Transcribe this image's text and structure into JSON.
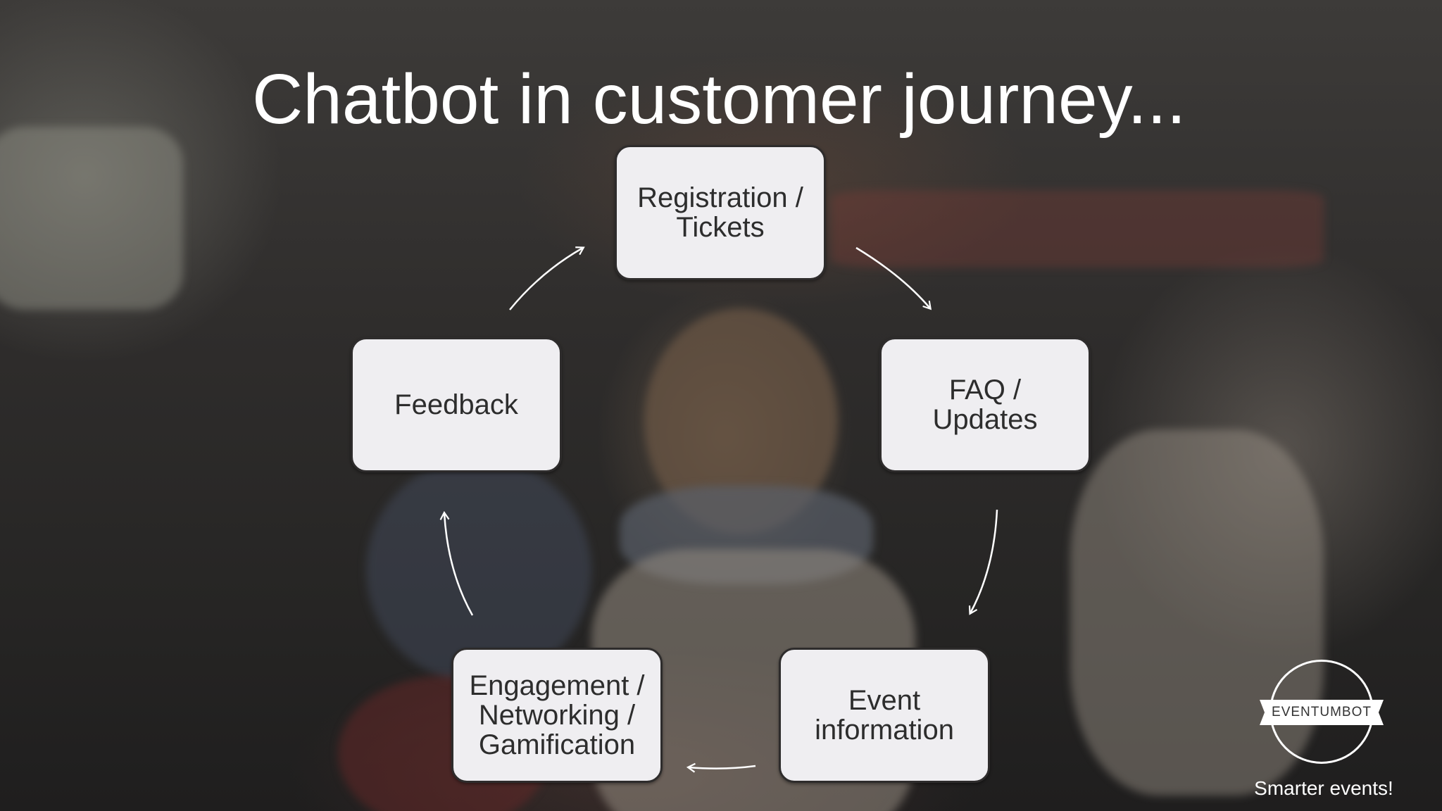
{
  "slide": {
    "title": "Chatbot in customer journey...",
    "nodes": [
      {
        "id": "registration",
        "label": "Registration /\nTickets"
      },
      {
        "id": "faq",
        "label": "FAQ /\nUpdates"
      },
      {
        "id": "event",
        "label": "Event\ninformation"
      },
      {
        "id": "engagement",
        "label": "Engagement /\nNetworking /\nGamification"
      },
      {
        "id": "feedback",
        "label": "Feedback"
      }
    ],
    "cycle_order": [
      "registration",
      "faq",
      "event",
      "engagement",
      "feedback",
      "registration"
    ]
  },
  "brand": {
    "logo_text": "EVENTUMBOT",
    "tagline": "Smarter events!"
  },
  "colors": {
    "node_fill": "#efeef1",
    "node_text": "#2d2d2d",
    "title_text": "#ffffff",
    "arrow": "#ffffff"
  }
}
